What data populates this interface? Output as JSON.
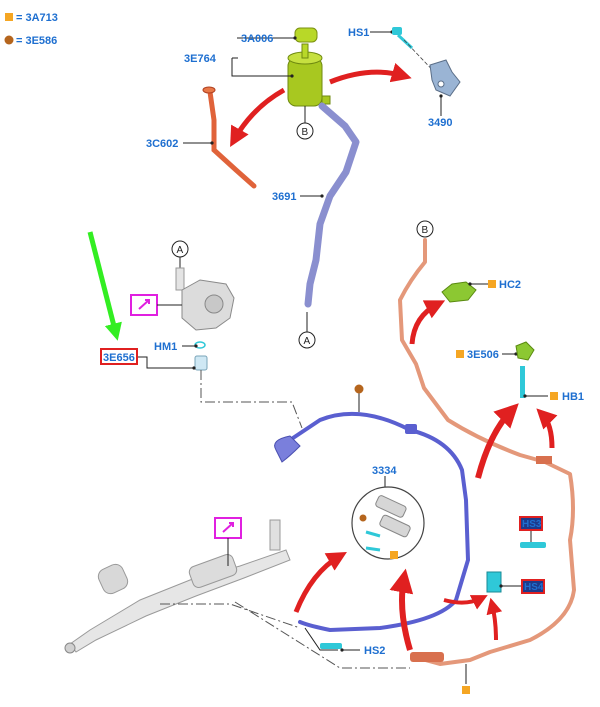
{
  "legend": [
    {
      "symbol": "square",
      "color": "#f5a623",
      "text": "= 3A713"
    },
    {
      "symbol": "circle",
      "color": "#b5651d",
      "text": "= 3E586"
    }
  ],
  "labels": {
    "a006": "3A006",
    "e764": "3E764",
    "hs1": "HS1",
    "p3490": "3490",
    "c602": "3C602",
    "p3691": "3691",
    "hc2": "HC2",
    "e506": "3E506",
    "hb1": "HB1",
    "e656": "3E656",
    "hm1": "HM1",
    "p3334": "3334",
    "hs2": "HS2",
    "hs3": "HS3",
    "hs4": "HS4"
  },
  "callouts": {
    "a1": "A",
    "a2": "A",
    "b1": "B",
    "b2": "B"
  },
  "colors": {
    "label_blue": "#1e6fd0",
    "arrow_red": "#e02020",
    "arrow_green": "#33ee22",
    "reservoir_green": "#a8c820",
    "hose_orange": "#e0633a",
    "pipe_purple": "#8a8fcf",
    "hose_blue": "#5a5fd0",
    "return_salmon": "#e4987a",
    "clip_cyan": "#2fc8d8",
    "highlight_magenta": "#e020e0"
  },
  "icons": [
    "reservoir-icon",
    "bracket-icon",
    "steering-pump-icon",
    "steering-rack-icon",
    "clamp-icon"
  ]
}
